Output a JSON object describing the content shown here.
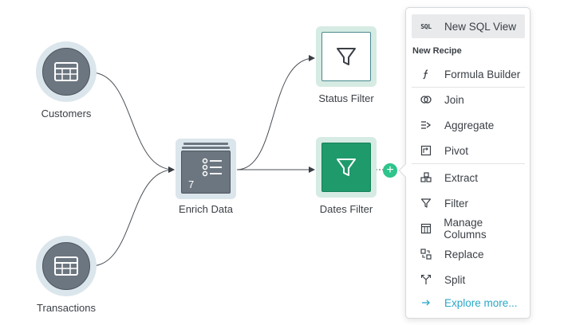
{
  "flow": {
    "nodes": {
      "customers": {
        "label": "Customers"
      },
      "transactions": {
        "label": "Transactions"
      },
      "enrich": {
        "label": "Enrich Data",
        "step_count": "7"
      },
      "status_filter": {
        "label": "Status Filter"
      },
      "dates_filter": {
        "label": "Dates Filter"
      }
    },
    "add_button": {
      "symbol": "+"
    }
  },
  "menu": {
    "top_item": {
      "tag": "SQL",
      "label": "New SQL View"
    },
    "section_title": "New Recipe",
    "items": [
      {
        "label": "Formula Builder",
        "icon": "function-icon"
      },
      {
        "label": "Join",
        "icon": "join-icon"
      },
      {
        "label": "Aggregate",
        "icon": "aggregate-icon"
      },
      {
        "label": "Pivot",
        "icon": "pivot-icon"
      },
      {
        "label": "Extract",
        "icon": "extract-icon"
      },
      {
        "label": "Filter",
        "icon": "filter-icon"
      },
      {
        "label": "Manage Columns",
        "icon": "columns-icon"
      },
      {
        "label": "Replace",
        "icon": "replace-icon"
      },
      {
        "label": "Split",
        "icon": "split-icon"
      }
    ],
    "explore": {
      "label": "Explore more..."
    }
  },
  "colors": {
    "accent_green": "#1f9a6b",
    "plus_green": "#2ec48b",
    "link_blue": "#2aa8c8",
    "node_gray": "#6c7680"
  }
}
